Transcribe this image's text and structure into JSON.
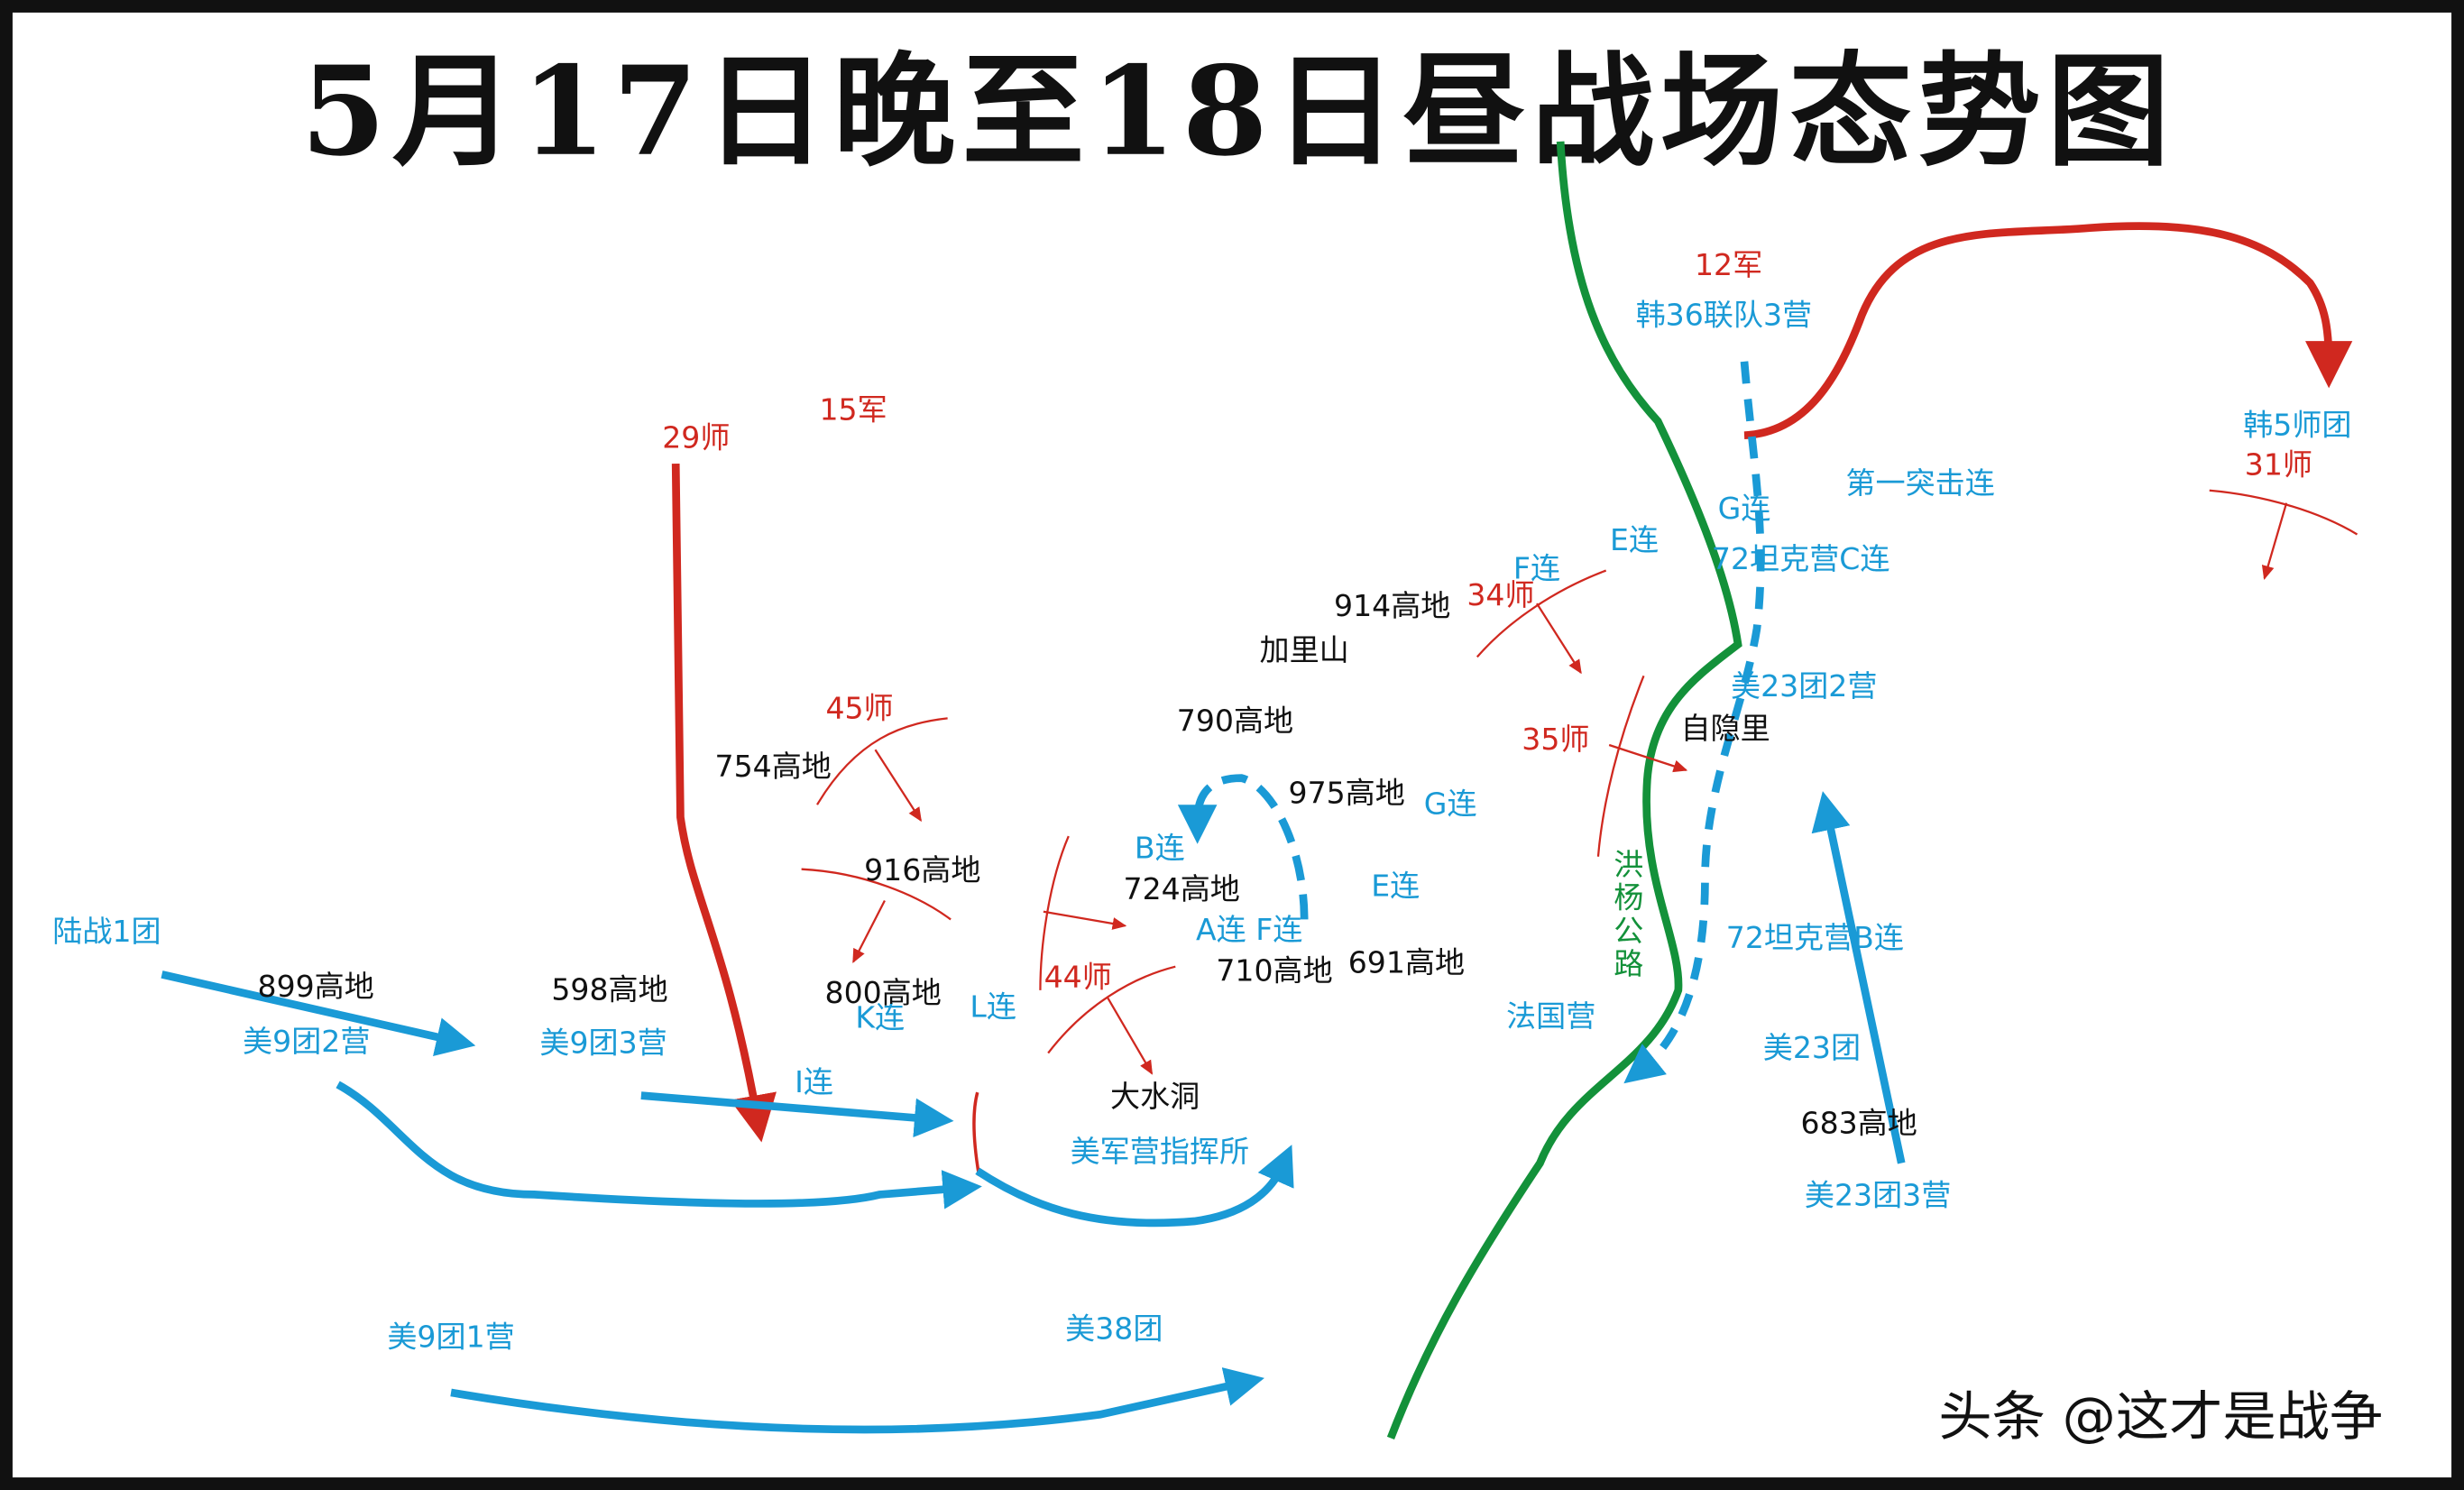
{
  "title": "5月17日晚至18日昼战场态势图",
  "colors": {
    "red": "#d0281f",
    "blue": "#1a9ad6",
    "green": "#13913a",
    "black": "#111111"
  },
  "chinese_units": {
    "army_12": "12军",
    "army_15": "15军",
    "div_29": "29师",
    "div_45": "45师",
    "div_34": "34师",
    "div_35": "35师",
    "div_44": "44师",
    "div_31": "31师"
  },
  "un_units": {
    "rok_36_3bn": "韩36联队3营",
    "rok_5div": "韩5师团",
    "first_assault_co": "第一突击连",
    "g_co_north": "G连",
    "e_co_north": "E连",
    "f_co": "F连",
    "tank72_c": "72坦克营C连",
    "us23_2bn": "美23团2营",
    "g_co": "G连",
    "b_co": "B连",
    "e_co": "E连",
    "a_f_co": "A连 F连",
    "tank72_b": "72坦克营B连",
    "marine1": "陆战1团",
    "us9_2bn": "美9团2营",
    "us9_3bn": "美9团3营",
    "k_co": "K连",
    "l_co": "L连",
    "i_co": "I连",
    "french_bn": "法国营",
    "us23": "美23团",
    "us_bn_cp": "美军营指挥所",
    "us23_3bn": "美23团3营",
    "us9_1bn": "美9团1营",
    "us38": "美38团"
  },
  "places": {
    "h914": "914高地",
    "gariisan": "加里山",
    "h790": "790高地",
    "h754": "754高地",
    "h975": "975高地",
    "h916": "916高地",
    "h724": "724高地",
    "h800": "800高地",
    "h710": "710高地",
    "h691": "691高地",
    "h899": "899高地",
    "h598": "598高地",
    "jaeunri": "自隐里",
    "daesudong": "大水洞",
    "h683": "683高地"
  },
  "road": {
    "name": "洪杨公路"
  },
  "watermark": "头条 @这才是战争"
}
